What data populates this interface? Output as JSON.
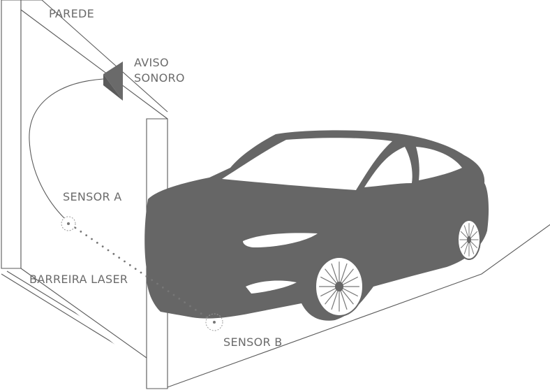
{
  "labels": {
    "wall": "PAREDE",
    "buzzer_line1": "AVISO",
    "buzzer_line2": "SONORO",
    "sensor_a": "SENSOR A",
    "laser": "BARREIRA LASER",
    "sensor_b": "SENSOR B"
  },
  "colors": {
    "car": "#666666",
    "buzzer": "#6a6a6a",
    "line": "#5a5a5a",
    "label": "#6b6b6b",
    "laser_dot": "#777777"
  },
  "icons": {
    "car": "car-illustration",
    "buzzer": "buzzer-icon",
    "sensor": "sensor-icon"
  }
}
